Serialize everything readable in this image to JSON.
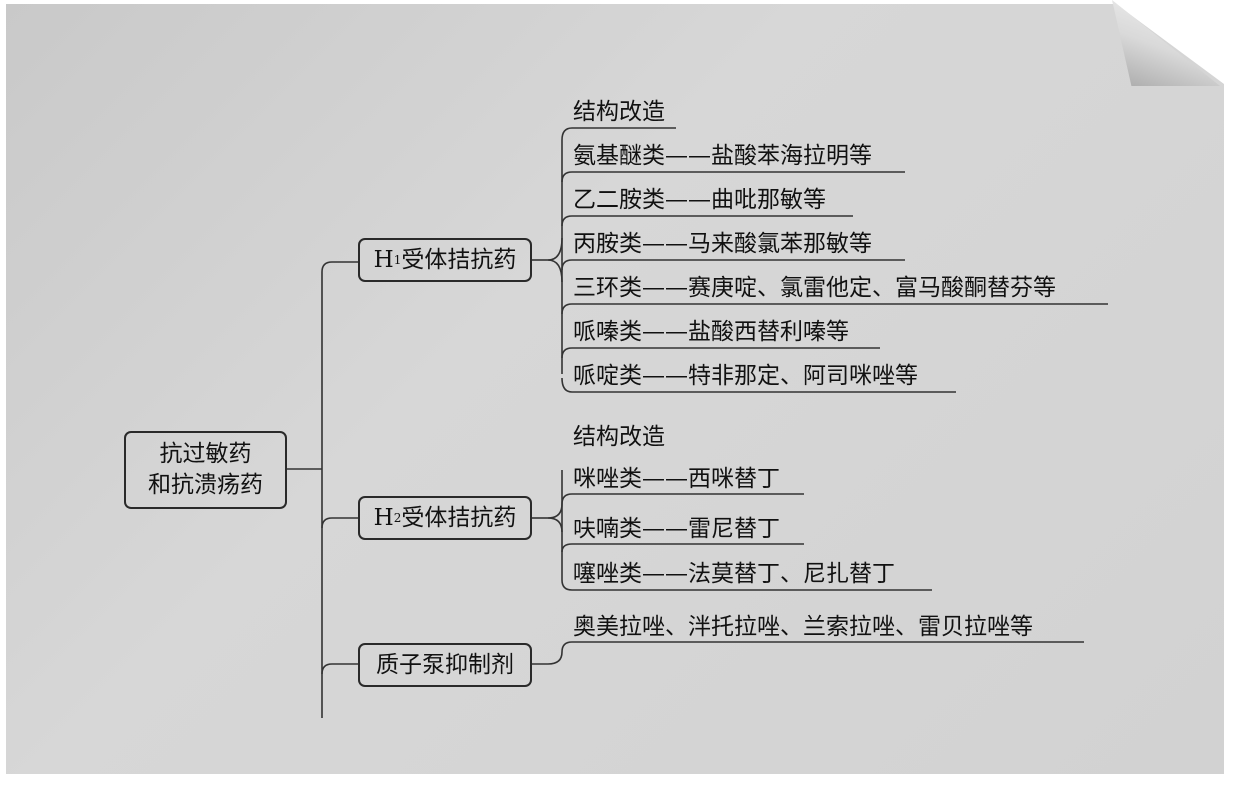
{
  "root": {
    "line1": "抗过敏药",
    "line2": "和抗溃疡药"
  },
  "h1": {
    "prefix": "H",
    "sub": "1",
    "suffix": "受体拮抗药",
    "items": [
      {
        "text": "结构改造"
      },
      {
        "text": "氨基醚类——盐酸苯海拉明等"
      },
      {
        "text": "乙二胺类——曲吡那敏等"
      },
      {
        "text": "丙胺类——马来酸氯苯那敏等"
      },
      {
        "text": "三环类——赛庚啶、氯雷他定、富马酸酮替芬等"
      },
      {
        "text": "哌嗪类——盐酸西替利嗪等"
      },
      {
        "text": "哌啶类——特非那定、阿司咪唑等"
      }
    ]
  },
  "h2": {
    "prefix": "H",
    "sub": "2",
    "suffix": "受体拮抗药",
    "items": [
      {
        "text": "结构改造"
      },
      {
        "text": "咪唑类——西咪替丁"
      },
      {
        "text": "呋喃类——雷尼替丁"
      },
      {
        "text": "噻唑类——法莫替丁、尼扎替丁"
      }
    ]
  },
  "ppi": {
    "label": "质子泵抑制剂",
    "items": [
      {
        "text": "奥美拉唑、泮托拉唑、兰索拉唑、雷贝拉唑等"
      }
    ]
  }
}
